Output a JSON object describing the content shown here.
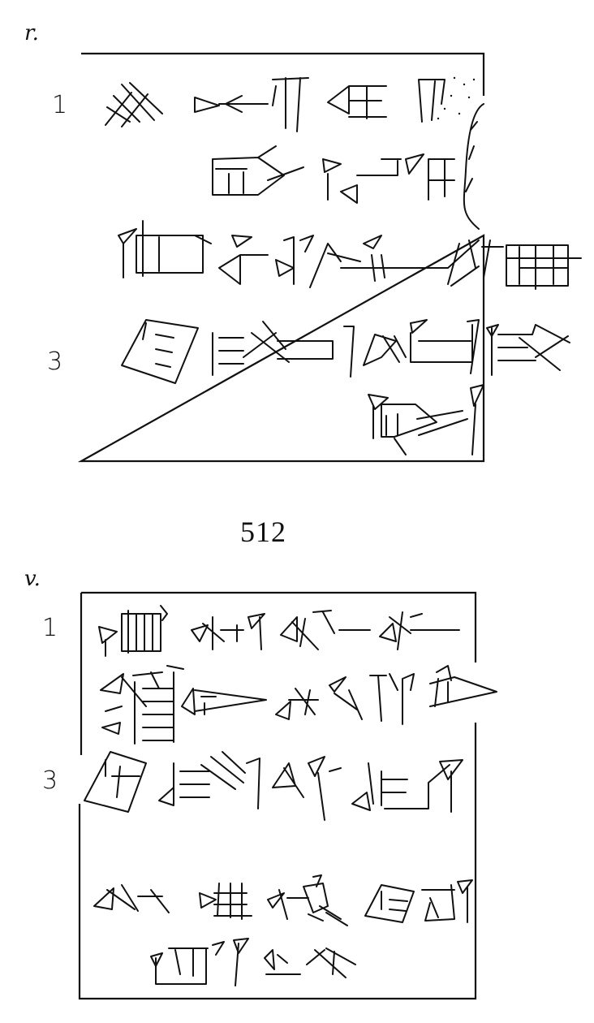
{
  "obverse": {
    "side_label": "r.",
    "line_numbers": [
      "1",
      "3"
    ]
  },
  "tablet_number": "512",
  "reverse": {
    "side_label": "v.",
    "line_numbers": [
      "1",
      "3"
    ]
  }
}
